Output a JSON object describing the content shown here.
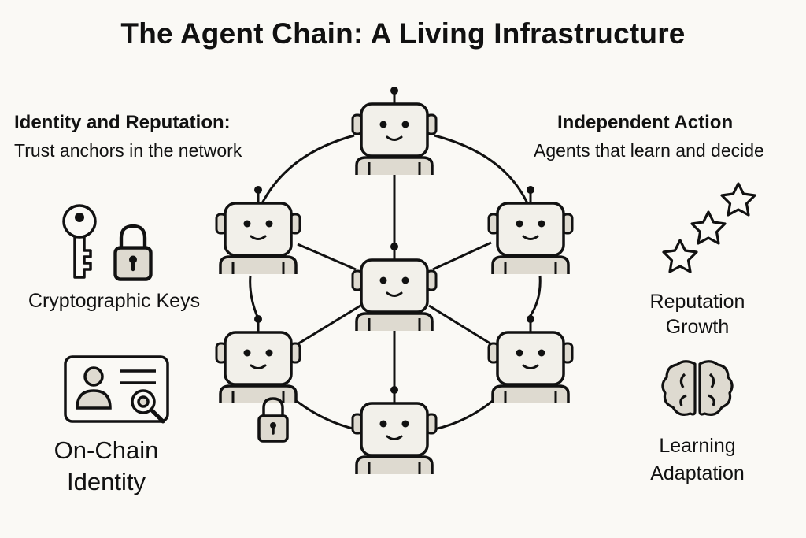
{
  "title": "The Agent Chain: A Living Infrastructure",
  "left": {
    "heading": "Identity and Reputation:",
    "subheading": "Trust anchors in the network",
    "keys_label": "Cryptographic Keys",
    "identity_label_line1": "On-Chain",
    "identity_label_line2": "Identity"
  },
  "right": {
    "heading": "Independent Action",
    "subheading": "Agents that learn and decide",
    "reputation_label_line1": "Reputation",
    "reputation_label_line2": "Growth",
    "learning_label_line1": "Learning",
    "learning_label_line2": "Adaptation"
  },
  "colors": {
    "stroke": "#111111",
    "fill_light": "#dedad0",
    "fill_face": "#f2f0ea",
    "background": "#faf9f5"
  }
}
